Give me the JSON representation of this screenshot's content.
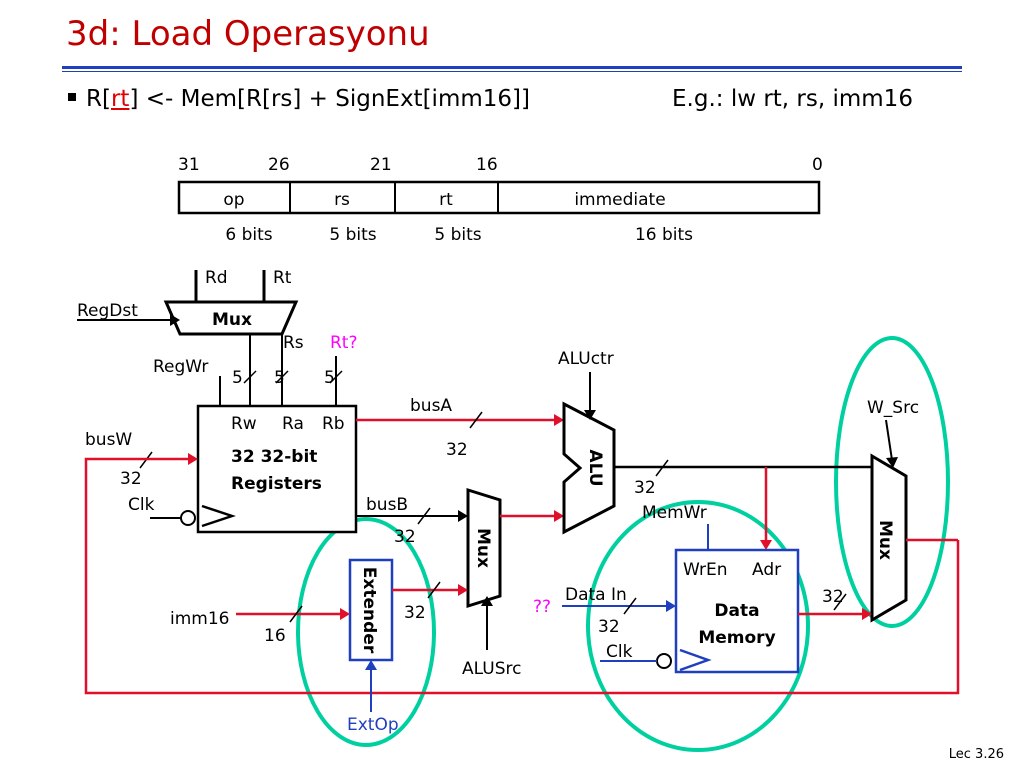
{
  "title": "3d: Load Operasyonu",
  "rtl": {
    "prefix": "R[",
    "rt": "rt",
    "suffix": "] <- Mem[R[rs] + SignExt[imm16]]"
  },
  "example": "E.g.: lw  rt, rs, imm16",
  "format": {
    "bit_positions": [
      "31",
      "26",
      "21",
      "16",
      "0"
    ],
    "fields": [
      "op",
      "rs",
      "rt",
      "immediate"
    ],
    "widths": [
      "6 bits",
      "5 bits",
      "5 bits",
      "16 bits"
    ]
  },
  "labels": {
    "rd": "Rd",
    "rt_top": "Rt",
    "regdst": "RegDst",
    "mux": "Mux",
    "rs": "Rs",
    "rt_question": "Rt?",
    "regwr": "RegWr",
    "five_a": "5",
    "five_b": "5",
    "five_c": "5",
    "rw": "Rw",
    "ra": "Ra",
    "rb": "Rb",
    "regfile_line1": "32 32-bit",
    "regfile_line2": "Registers",
    "busw": "busW",
    "busw_width": "32",
    "clk_reg": "Clk",
    "busa": "busA",
    "busa_width": "32",
    "busb": "busB",
    "busb_width": "32",
    "aluctr": "ALUctr",
    "alu": "ALU",
    "alu_out_width": "32",
    "memwr": "MemWr",
    "w_src": "W_Src",
    "mux_right": "Mux",
    "alusrc_mux": "Mux",
    "alusrc": "ALUSrc",
    "extender": "Extender",
    "ext_out_width": "32",
    "imm16": "imm16",
    "imm16_width": "16",
    "extop": "ExtOp",
    "qq": "??",
    "data_in": "Data In",
    "data_in_width": "32",
    "clk_mem": "Clk",
    "wren": "WrEn",
    "adr": "Adr",
    "mem_line1": "Data",
    "mem_line2": "Memory",
    "mem_out_width": "32"
  },
  "colors": {
    "title": "#c00000",
    "rule": "#1f3fbf",
    "wire_red": "#e0102a",
    "highlight": "#00d0a0",
    "blue": "#1f3fbf",
    "magenta": "#ff00ff",
    "rt_red": "#e00000"
  },
  "footer": "Lec 3.26"
}
